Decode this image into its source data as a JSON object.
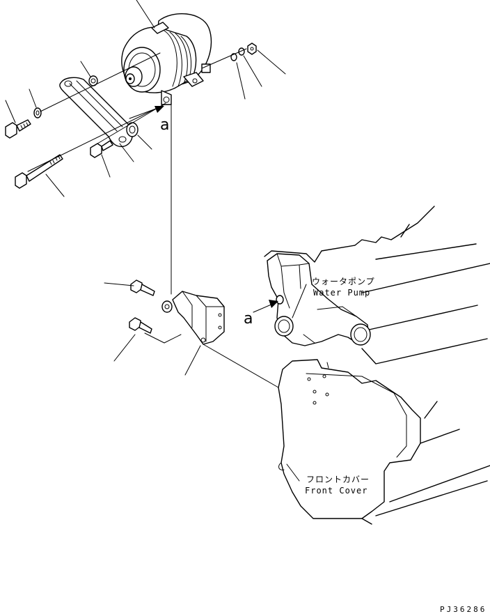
{
  "labels": {
    "water_pump_jp": "ウォータポンプ",
    "water_pump_en": "Water Pump",
    "front_cover_jp": "フロントカバー",
    "front_cover_en": "Front Cover",
    "ref_a_top": "a",
    "ref_a_side": "a",
    "drawing_code": "PJ36286"
  }
}
